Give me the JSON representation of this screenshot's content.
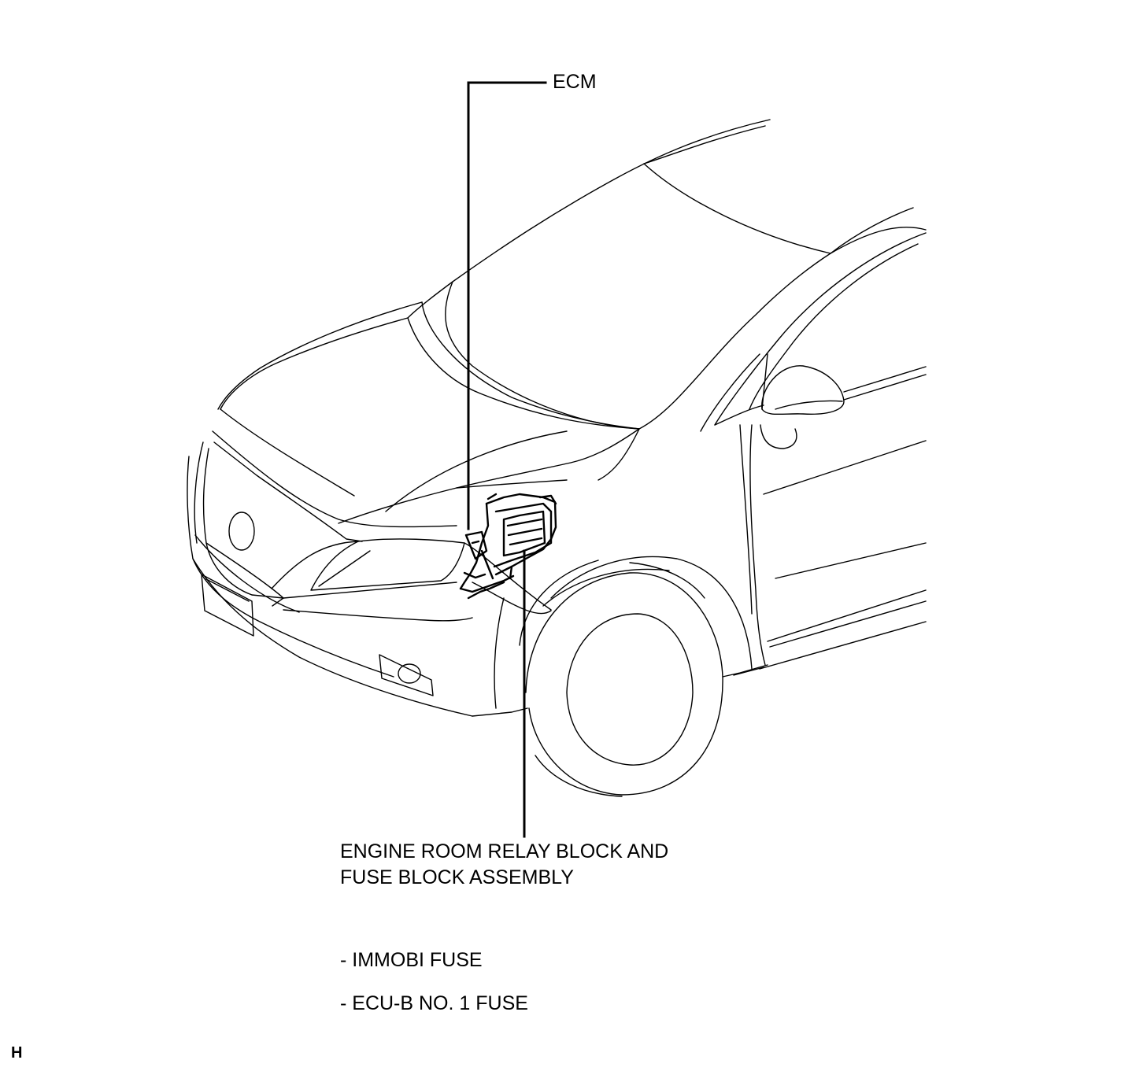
{
  "labels": {
    "ecm": "ECM",
    "relay_block_line1": "ENGINE ROOM RELAY BLOCK AND",
    "relay_block_line2": "FUSE BLOCK ASSEMBLY",
    "fuses": [
      "- IMMOBI FUSE",
      "- ECU-B NO. 1 FUSE"
    ],
    "figure_code": "H"
  }
}
